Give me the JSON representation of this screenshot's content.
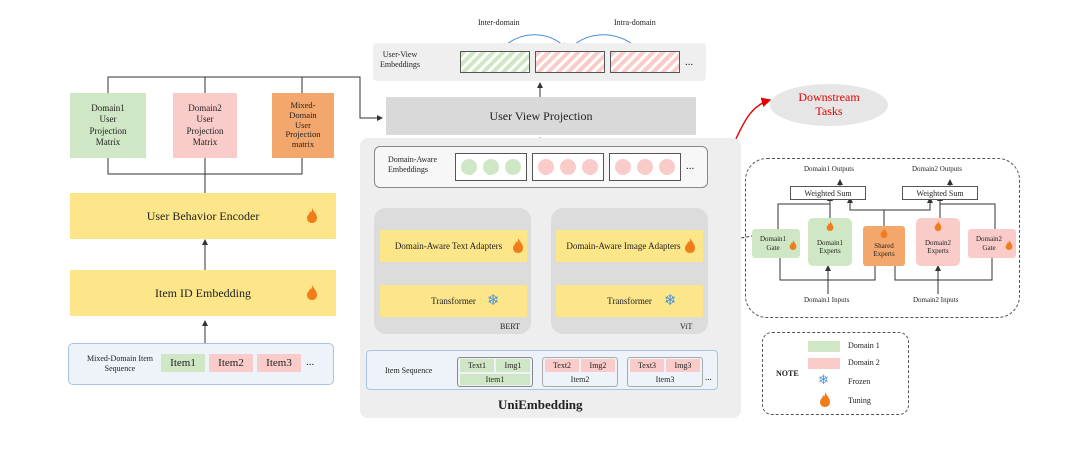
{
  "left": {
    "proj_domain1": "Domain1\nUser\nProjection\nMatrix",
    "proj_domain2": "Domain2\nUser\nProjection\nMatrix",
    "proj_mixed": "Mixed-\nDomain\nUser\nProjection\nmatrix",
    "encoder": "User Behavior Encoder",
    "item_id_embedding": "Item ID Embedding",
    "sequence_label": "Mixed-Domain Item\nSequence",
    "items": [
      "Item1",
      "Item2",
      "Item3"
    ],
    "ellipsis": "..."
  },
  "top": {
    "inter_domain": "Inter-domain",
    "intra_domain": "Intra-domain",
    "user_view_embeddings": "User-View\nEmbeddings",
    "ellipsis": "..."
  },
  "center": {
    "user_view_projection": "User View Projection",
    "downstream_tasks": "Downstream\nTasks",
    "domain_aware_embeddings": "Domain-Aware\nEmbeddings",
    "text_adapters": "Domain-Aware Text Adapters",
    "image_adapters": "Domain-Aware Image Adapters",
    "transformer": "Transformer",
    "bert": "BERT",
    "vit": "ViT",
    "item_sequence": "Item Sequence",
    "seq_items": [
      {
        "text": "Text1",
        "img": "Img1",
        "item": "Item1"
      },
      {
        "text": "Text2",
        "img": "Img2",
        "item": "Item2"
      },
      {
        "text": "Text3",
        "img": "Img3",
        "item": "Item3"
      }
    ],
    "title": "UniEmbedding",
    "ellipsis": "..."
  },
  "moe": {
    "domain1_outputs": "Domain1 Outputs",
    "domain2_outputs": "Domain2 Outputs",
    "weighted_sum": "Weighted Sum",
    "domain1_gate": "Domain1\nGate",
    "domain1_experts": "Domain1\nExperts",
    "shared_experts": "Shared\nExperts",
    "domain2_experts": "Domain2\nExperts",
    "domain2_gate": "Domain2\nGate",
    "domain1_inputs": "Domain1 Inputs",
    "domain2_inputs": "Domain2 Inputs"
  },
  "legend": {
    "note": "NOTE",
    "domain1": "Domain 1",
    "domain2": "Domain 2",
    "frozen": "Frozen",
    "tuning": "Tuning"
  },
  "colors": {
    "domain1": "#cfe7c4",
    "domain2": "#f9cbc9",
    "shared": "#f4a76c",
    "adapter": "#fde68a",
    "downstream": "#e60000",
    "frozen_icon": "#4a90d9",
    "tuning_icon": "#f07d1a"
  }
}
